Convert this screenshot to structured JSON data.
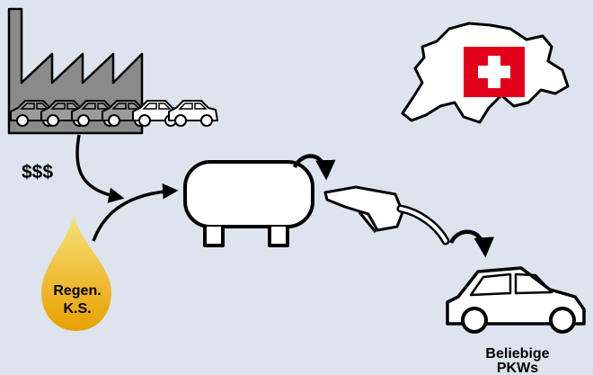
{
  "money_label": "$$$",
  "fuel_drop": {
    "label_line1": "Regen.",
    "label_line2": "K.S."
  },
  "target_cars": {
    "label_line1": "Beliebige",
    "label_line2": "PKWs"
  },
  "colors": {
    "background": "#dde4ee",
    "factory_fill": "#8a8a8a",
    "drop_top": "#f7e27a",
    "drop_bottom": "#e8a000",
    "swiss_red": "#e3001b",
    "swiss_cross": "#ffffff",
    "stroke": "#000000"
  },
  "icons": [
    "factory-icon",
    "car-icon",
    "fuel-drop-icon",
    "storage-tank-icon",
    "curved-arrow-icon",
    "fuel-nozzle-icon",
    "switzerland-map-icon",
    "swiss-flag-icon"
  ]
}
